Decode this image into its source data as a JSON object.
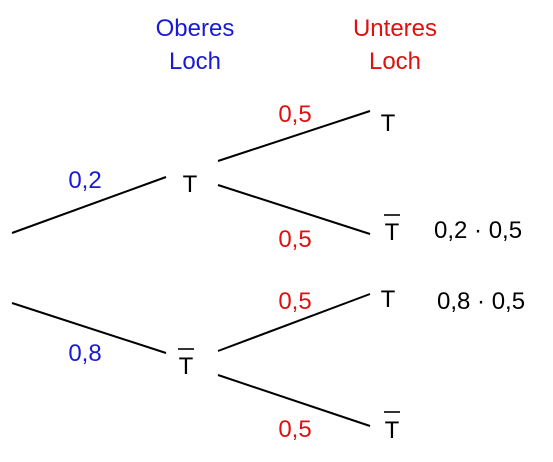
{
  "headers": {
    "upper": [
      "Oberes",
      "Loch"
    ],
    "lower": [
      "Unteres",
      "Loch"
    ]
  },
  "colors": {
    "upper": "#1a1ad6",
    "lower": "#e01010",
    "text": "#000000",
    "line": "#000000"
  },
  "probabilities": {
    "stage1_T": "0,2",
    "stage1_Tbar": "0,8",
    "stage2_T_T": "0,5",
    "stage2_T_Tbar": "0,5",
    "stage2_Tbar_T": "0,5",
    "stage2_Tbar_Tbar": "0,5"
  },
  "nodes": {
    "stage1_T": "T",
    "stage1_Tbar": "T",
    "leaf_TT": "T",
    "leaf_TTbar": "T",
    "leaf_TbarT": "T",
    "leaf_TbarTbar": "T"
  },
  "products": {
    "path_TTbar": "0,2 · 0,5",
    "path_TbarT": "0,8 · 0,5"
  }
}
